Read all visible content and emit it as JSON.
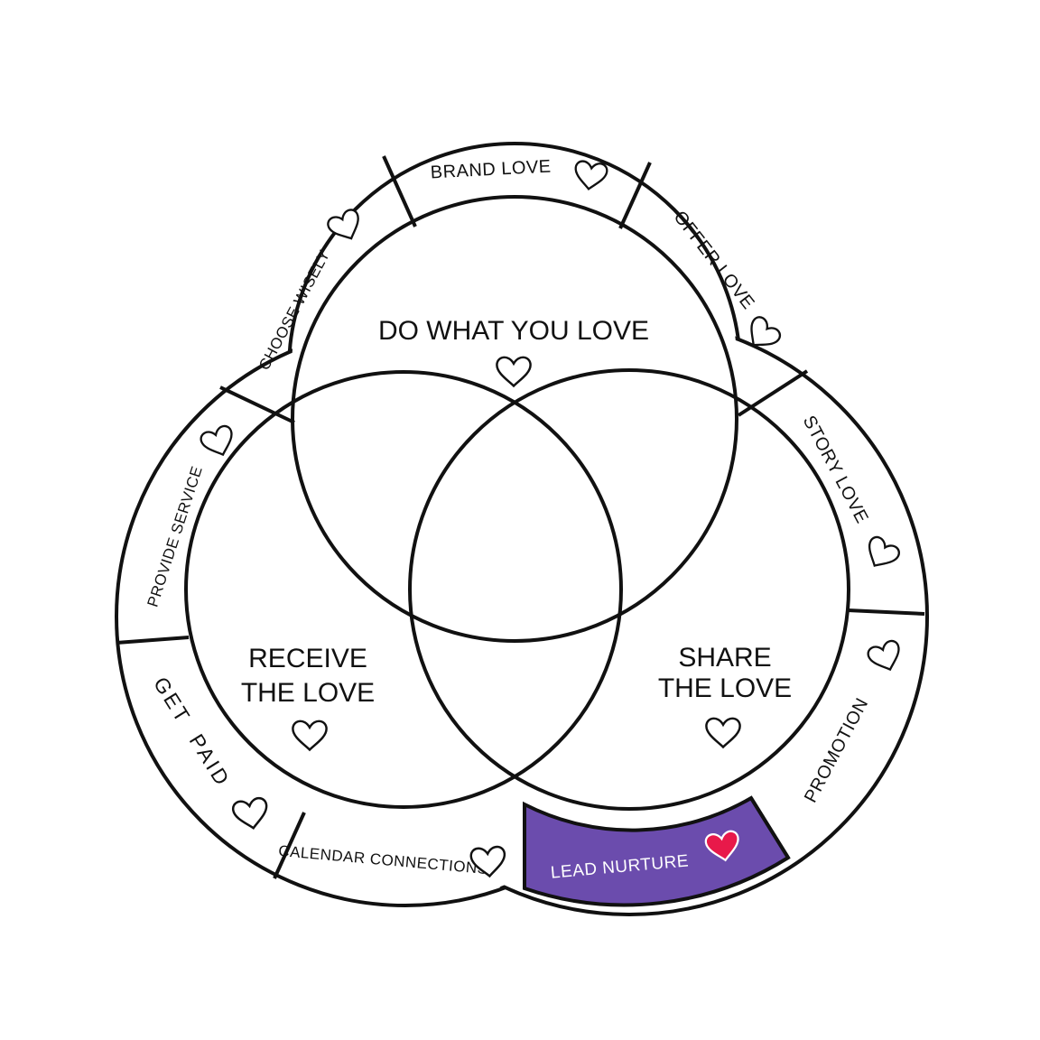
{
  "colors": {
    "stroke": "#111111",
    "background": "#ffffff",
    "highlight_fill": "#6b4cad",
    "highlight_text": "#ffffff",
    "highlight_heart": "#e8194a"
  },
  "circles": {
    "top": {
      "label": "DO WHAT YOU LOVE",
      "icon": "heart-outline-icon"
    },
    "left": {
      "line1": "RECEIVE",
      "line2": "THE LOVE",
      "icon": "heart-outline-icon"
    },
    "right": {
      "line1": "SHARE",
      "line2": "THE LOVE",
      "icon": "heart-outline-icon"
    }
  },
  "ring_segments": [
    {
      "label": "BRAND LOVE",
      "highlighted": false,
      "icon": "heart-outline-icon"
    },
    {
      "label": "OFFER LOVE",
      "highlighted": false,
      "icon": "heart-outline-icon"
    },
    {
      "label": "STORY LOVE",
      "highlighted": false,
      "icon": "heart-outline-icon"
    },
    {
      "label": "PROMOTION",
      "highlighted": false,
      "icon": "heart-outline-icon"
    },
    {
      "label": "LEAD NURTURE",
      "highlighted": true,
      "icon": "heart-filled-icon"
    },
    {
      "label": "CALENDAR CONNECTIONS",
      "highlighted": false,
      "icon": "heart-outline-icon"
    },
    {
      "label": "GET  PAID",
      "highlighted": false,
      "icon": "heart-outline-icon"
    },
    {
      "label": "PROVIDE SERVICE",
      "highlighted": false,
      "icon": "heart-outline-icon"
    },
    {
      "label": "CHOOSE WISELY",
      "highlighted": false,
      "icon": "heart-outline-icon"
    }
  ]
}
